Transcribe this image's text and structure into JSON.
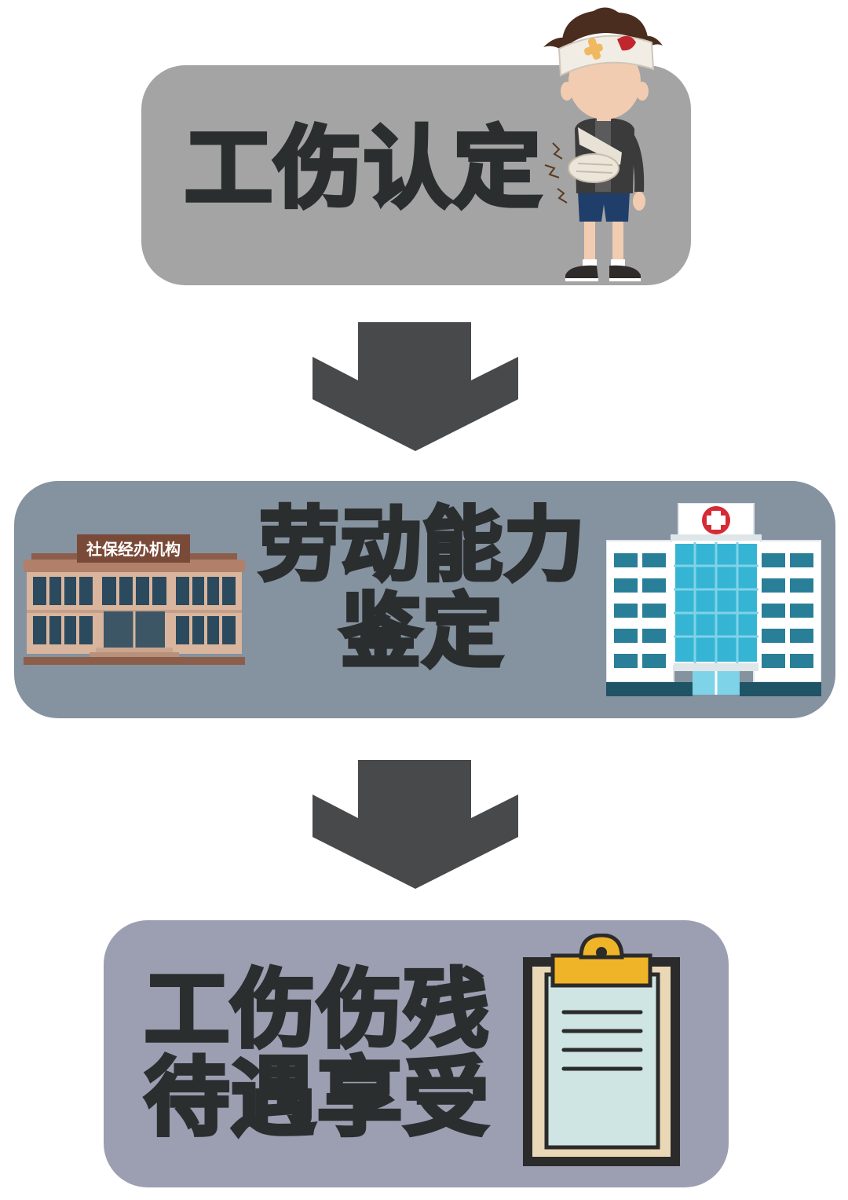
{
  "steps": [
    {
      "label": "工伤认定",
      "icon": "injured-person-icon"
    },
    {
      "label": "劳动能力\n鉴定",
      "icon": "hospital-icon"
    },
    {
      "label": "工伤伤残\n待遇享受",
      "icon": "clipboard-icon"
    }
  ],
  "agency_sign": "社保经办机构",
  "colors": {
    "step1_bg": "#a4a4a4",
    "step2_bg": "#8592a0",
    "step3_bg": "#9c9fb2",
    "arrow": "#48494b",
    "text": "#2b2e2e"
  }
}
